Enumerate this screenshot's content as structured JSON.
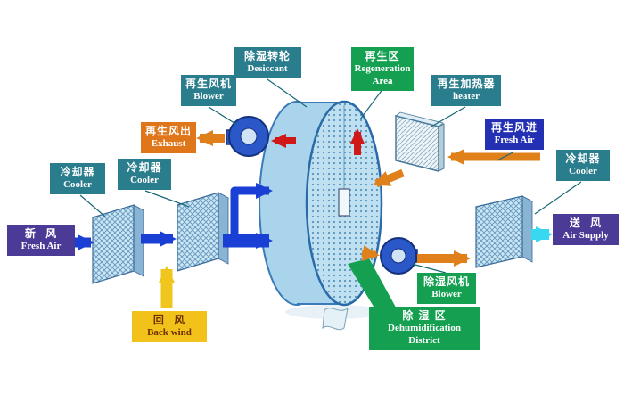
{
  "diagram": {
    "type": "desiccant-wheel-dehumidification-system",
    "labels": {
      "fresh_air_in": {
        "zh": "新  风",
        "en": "Fresh Air"
      },
      "cooler1": {
        "zh": "冷却器",
        "en": "Cooler"
      },
      "cooler2": {
        "zh": "冷却器",
        "en": "Cooler"
      },
      "blower_top": {
        "zh": "再生风机",
        "en": "Blower"
      },
      "exhaust": {
        "zh": "再生风出",
        "en": "Exhaust"
      },
      "desiccant": {
        "zh": "除湿转轮",
        "en": "Desiccant"
      },
      "regeneration": {
        "zh": "再生区",
        "en": "Regeneration Area"
      },
      "heater": {
        "zh": "再生加热器",
        "en": "heater"
      },
      "fresh_air_regen": {
        "zh": "再生风进",
        "en": "Fresh Air"
      },
      "cooler3": {
        "zh": "冷却器",
        "en": "Cooler"
      },
      "air_supply": {
        "zh": "送  风",
        "en": "Air Supply"
      },
      "blower_bottom": {
        "zh": "除湿风机",
        "en": "Blower"
      },
      "back_wind": {
        "zh": "回  风",
        "en": "Back wind"
      },
      "dehumidification": {
        "zh": "除 湿 区",
        "en": "Dehumidification District"
      }
    },
    "colors": {
      "label_teal": "#2a7d8c",
      "label_green": "#14a050",
      "label_purple": "#4b3a96",
      "label_orange": "#e0761a",
      "label_blue": "#2430b4",
      "label_yellow": "#f2c21a",
      "arrow_blue": "#1a3fd4",
      "arrow_orange": "#e0801a",
      "arrow_red": "#d01818",
      "arrow_yellow": "#f0c61e",
      "arrow_cyan": "#38d8f0",
      "wheel_fill": "#a9d4ec"
    }
  }
}
